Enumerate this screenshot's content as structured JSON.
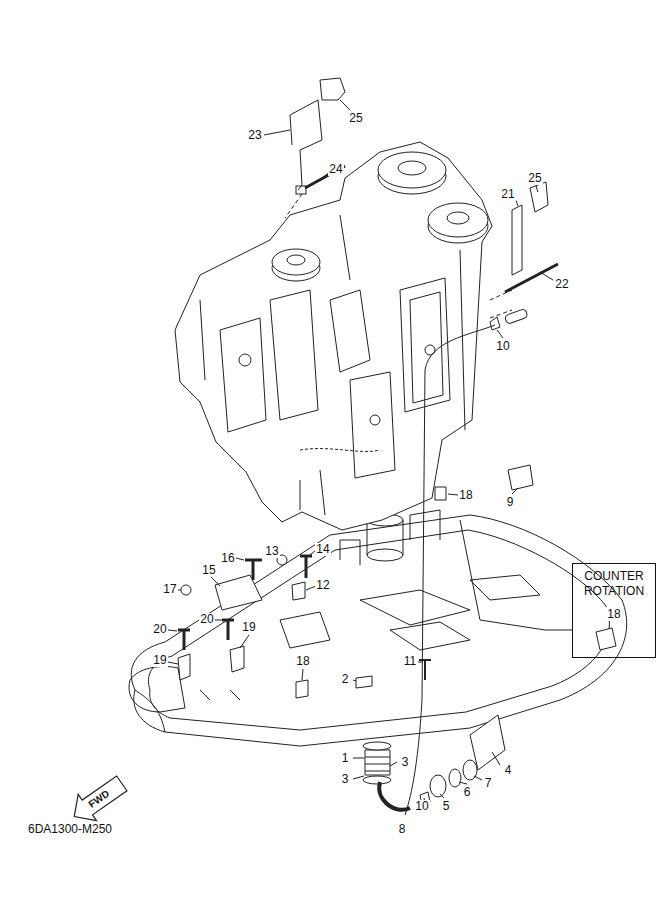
{
  "diagram": {
    "nodes": [
      {
        "text": [
          "COUNTER ROTATION",
          "18"
        ]
      },
      {
        "text": [
          "FWD"
        ]
      }
    ],
    "labels": [
      "25",
      "23",
      "24",
      "21",
      "25",
      "22",
      "10",
      "9",
      "18",
      "16",
      "13",
      "14",
      "17",
      "15",
      "12",
      "20",
      "20",
      "19",
      "19",
      "18",
      "2",
      "11",
      "1",
      "3",
      "3",
      "4",
      "7",
      "6",
      "5",
      "10",
      "8",
      "6DA1300-M250"
    ]
  }
}
